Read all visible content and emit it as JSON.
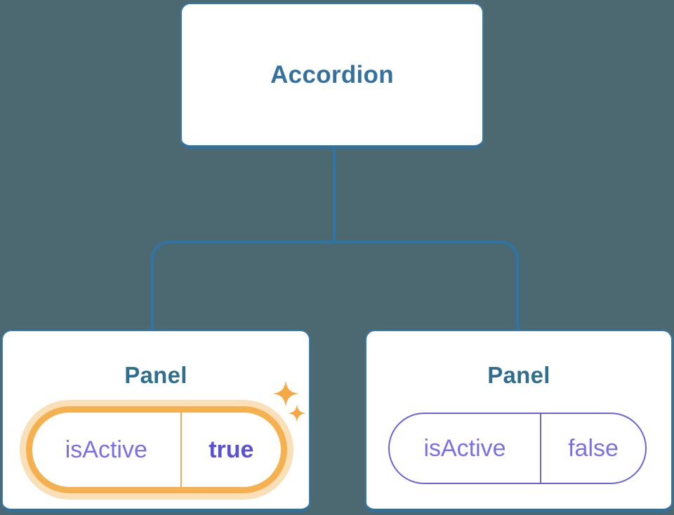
{
  "diagram": {
    "root": {
      "label": "Accordion"
    },
    "children": [
      {
        "label": "Panel",
        "prop": {
          "name": "isActive",
          "value": "true"
        },
        "highlighted": true
      },
      {
        "label": "Panel",
        "prop": {
          "name": "isActive",
          "value": "false"
        },
        "highlighted": false
      }
    ]
  },
  "icons": {
    "sparkle": "sparkle-icon"
  },
  "colors": {
    "background": "#4C6971",
    "connector_line": "#2F76A6",
    "card_border": "#3879A8",
    "card_border_bottom": "#31719D",
    "card_background": "#FFFFFF",
    "root_label_text": "#35719F",
    "panel_label_text": "#306E90",
    "prop_name_text": "#7A70E4",
    "prop_value_active_text": "#5B51D4",
    "prop_value_inactive_text": "#7A70E4",
    "inactive_pill_border": "#6C62DE",
    "active_pill_ring": "#F5B050",
    "active_pill_halo": "#FAE0B8",
    "active_pill_divider": "#F2A952",
    "sparkle": "#F5A843"
  }
}
